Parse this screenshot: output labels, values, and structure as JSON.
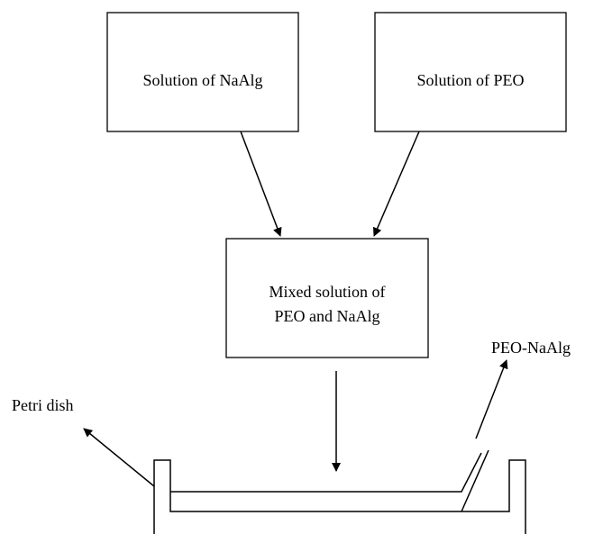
{
  "diagram": {
    "box_naalg": "Solution of NaAlg",
    "box_peo": "Solution of PEO",
    "box_mixed_line1": "Mixed solution of",
    "box_mixed_line2": "PEO and NaAlg",
    "label_petri": "Petri dish",
    "label_film": "PEO-NaAlg"
  },
  "colors": {
    "stroke": "#000000",
    "background": "#ffffff"
  }
}
